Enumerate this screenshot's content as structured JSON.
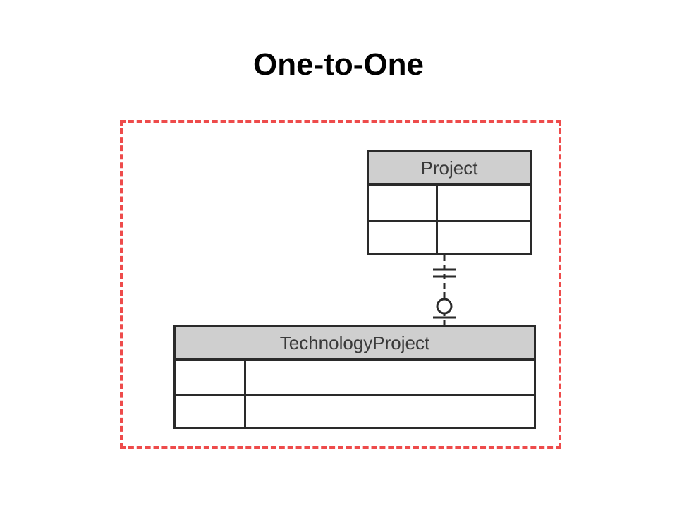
{
  "slide": {
    "title": "One-to-One"
  },
  "diagram": {
    "frame_color": "#ee4b4b",
    "entities": [
      {
        "name": "Project",
        "rows": 2,
        "columns": 2
      },
      {
        "name": "TechnologyProject",
        "rows": 2,
        "columns": 2
      }
    ],
    "relationship": {
      "from": "Project",
      "to": "TechnologyProject",
      "project_end": "exactly-one",
      "technology_project_end": "zero-or-one"
    }
  }
}
